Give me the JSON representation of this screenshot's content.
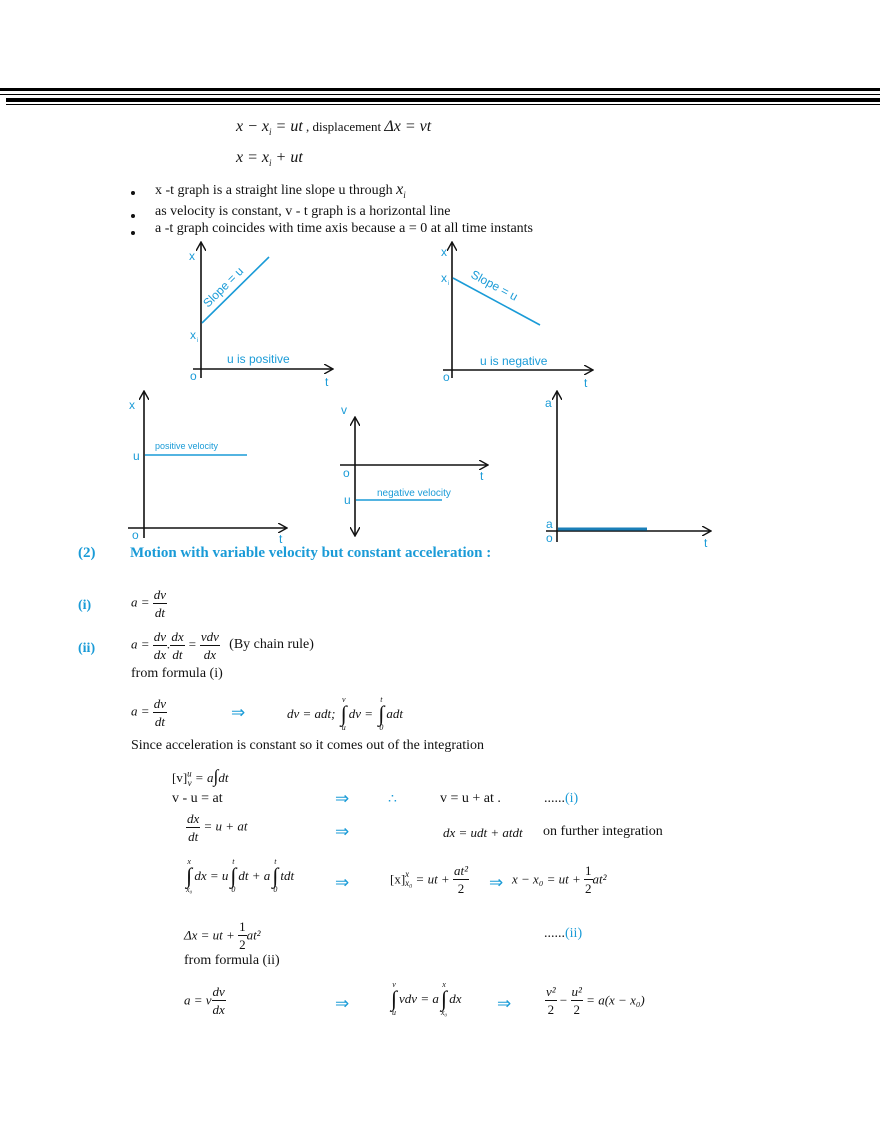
{
  "header": {
    "rules": [
      "thick-top",
      "thin",
      "thick",
      "thin-bottom"
    ]
  },
  "intro_equations": {
    "line1_lhs": "x − x",
    "line1_sub": "i",
    "line1_rhs": " = ut",
    "line1_text": " , displacement ",
    "line1_disp": "Δx = vt",
    "line2_lhs": "x = x",
    "line2_sub": "i",
    "line2_rhs": " + ut"
  },
  "bullets": [
    {
      "text": "x -t graph is a straight line slope u through ",
      "math": "x",
      "math_sub": "i"
    },
    {
      "text": "as velocity is constant, v - t graph is a horizontal line"
    },
    {
      "text": "a -t graph coincides with time axis because a = 0 at all time instants"
    }
  ],
  "graphs": {
    "accent_color": "#1a9bd7",
    "xt_positive": {
      "y_label": "x",
      "x_label": "t",
      "origin": "o",
      "intercept": "x",
      "intercept_sub": "i",
      "line_label": "Slope = u",
      "caption": "u is positive"
    },
    "xt_negative": {
      "y_label": "x",
      "x_label": "t",
      "origin": "o",
      "intercept": "x",
      "intercept_sub": "i",
      "line_label": "Slope = u",
      "caption": "u is negative"
    },
    "vt_positive": {
      "y_label": "x",
      "x_label": "t",
      "origin": "o",
      "level_label": "u",
      "line_label": "positive velocity"
    },
    "vt_negative": {
      "y_label": "v",
      "x_label": "t",
      "origin": "o",
      "level_label": "u",
      "line_label": "negative velocity"
    },
    "at_zero": {
      "y_label": "a",
      "x_label": "t",
      "origin": "o",
      "level_label": "a"
    }
  },
  "section2": {
    "number": "(2)",
    "title": "Motion with variable velocity but constant acceleration :"
  },
  "items": {
    "i_label": "(i)",
    "i_eq_lhs": "a =",
    "i_num": "dv",
    "i_den": "dt",
    "ii_label": "(ii)",
    "ii_eq_lhs": "a =",
    "ii_f1_num": "dv",
    "ii_f1_den": "dx",
    "ii_dot": ".",
    "ii_f2_num": "dx",
    "ii_f2_den": "dt",
    "ii_eq": "=",
    "ii_f3_num": "vdv",
    "ii_f3_den": "dx",
    "ii_note": "(By chain rule)",
    "from_i": "from formula (i)"
  },
  "derivation1": {
    "lhs": "a =",
    "num": "dv",
    "den": "dt",
    "arrow": "⇒",
    "rhs_a": "dv = adt;",
    "int1_upper": "v",
    "int1_lower": "u",
    "int1_body": "dv =",
    "int2_upper": "t",
    "int2_lower": "0",
    "int2_body": "adt",
    "note": "Since acceleration is constant so it comes out of the integration"
  },
  "derivation2": {
    "bracket_lhs": "[v]",
    "bracket_sup": "u",
    "bracket_sub": "v",
    "bracket_rhs": " = a",
    "bracket_int_body": "dt",
    "v_u_at": "v - u = at",
    "arrow": "⇒",
    "therefore": "∴",
    "result": "v = u + at .",
    "ref_i_dots": "......",
    "ref_i": "(i)",
    "dxdt_num": "dx",
    "dxdt_den": "dt",
    "dxdt_rhs": "= u + at",
    "dx_expr": "dx = udt + atdt",
    "further": "on further integration"
  },
  "derivation3": {
    "int_a_upper": "x",
    "int_a_lower": "x₀",
    "int_a_body": "dx = u",
    "int_b_upper": "t",
    "int_b_lower": "0",
    "int_b_body": "dt + a",
    "int_c_upper": "t",
    "int_c_lower": "0",
    "int_c_body": "tdt",
    "arrow": "⇒",
    "bracket": "[x]",
    "bracket_sup": "x",
    "bracket_sub": "x₀",
    "bracket_rhs": "= ut +",
    "frac_num": "at²",
    "frac_den": "2",
    "arrow2": "⇒",
    "final_lhs": "x − x₀ = ut +",
    "half_num": "1",
    "half_den": "2",
    "final_tail": "at²"
  },
  "derivation4": {
    "lhs": "Δx = ut +",
    "half_num": "1",
    "half_den": "2",
    "tail": "at²",
    "ref_ii_dots": "......",
    "ref_ii": "(ii)",
    "from_ii": "from formula (ii)"
  },
  "derivation5": {
    "lhs": "a = v",
    "num": "dv",
    "den": "dx",
    "arrow": "⇒",
    "int1_upper": "v",
    "int1_lower": "u",
    "int1_body": "vdv = a",
    "int2_upper": "x",
    "int2_lower": "x₀",
    "int2_body": "dx",
    "arrow2": "⇒",
    "f1_num": "v²",
    "f1_den": "2",
    "minus": "−",
    "f2_num": "u²",
    "f2_den": "2",
    "rhs": "= a(x − x₀)"
  }
}
